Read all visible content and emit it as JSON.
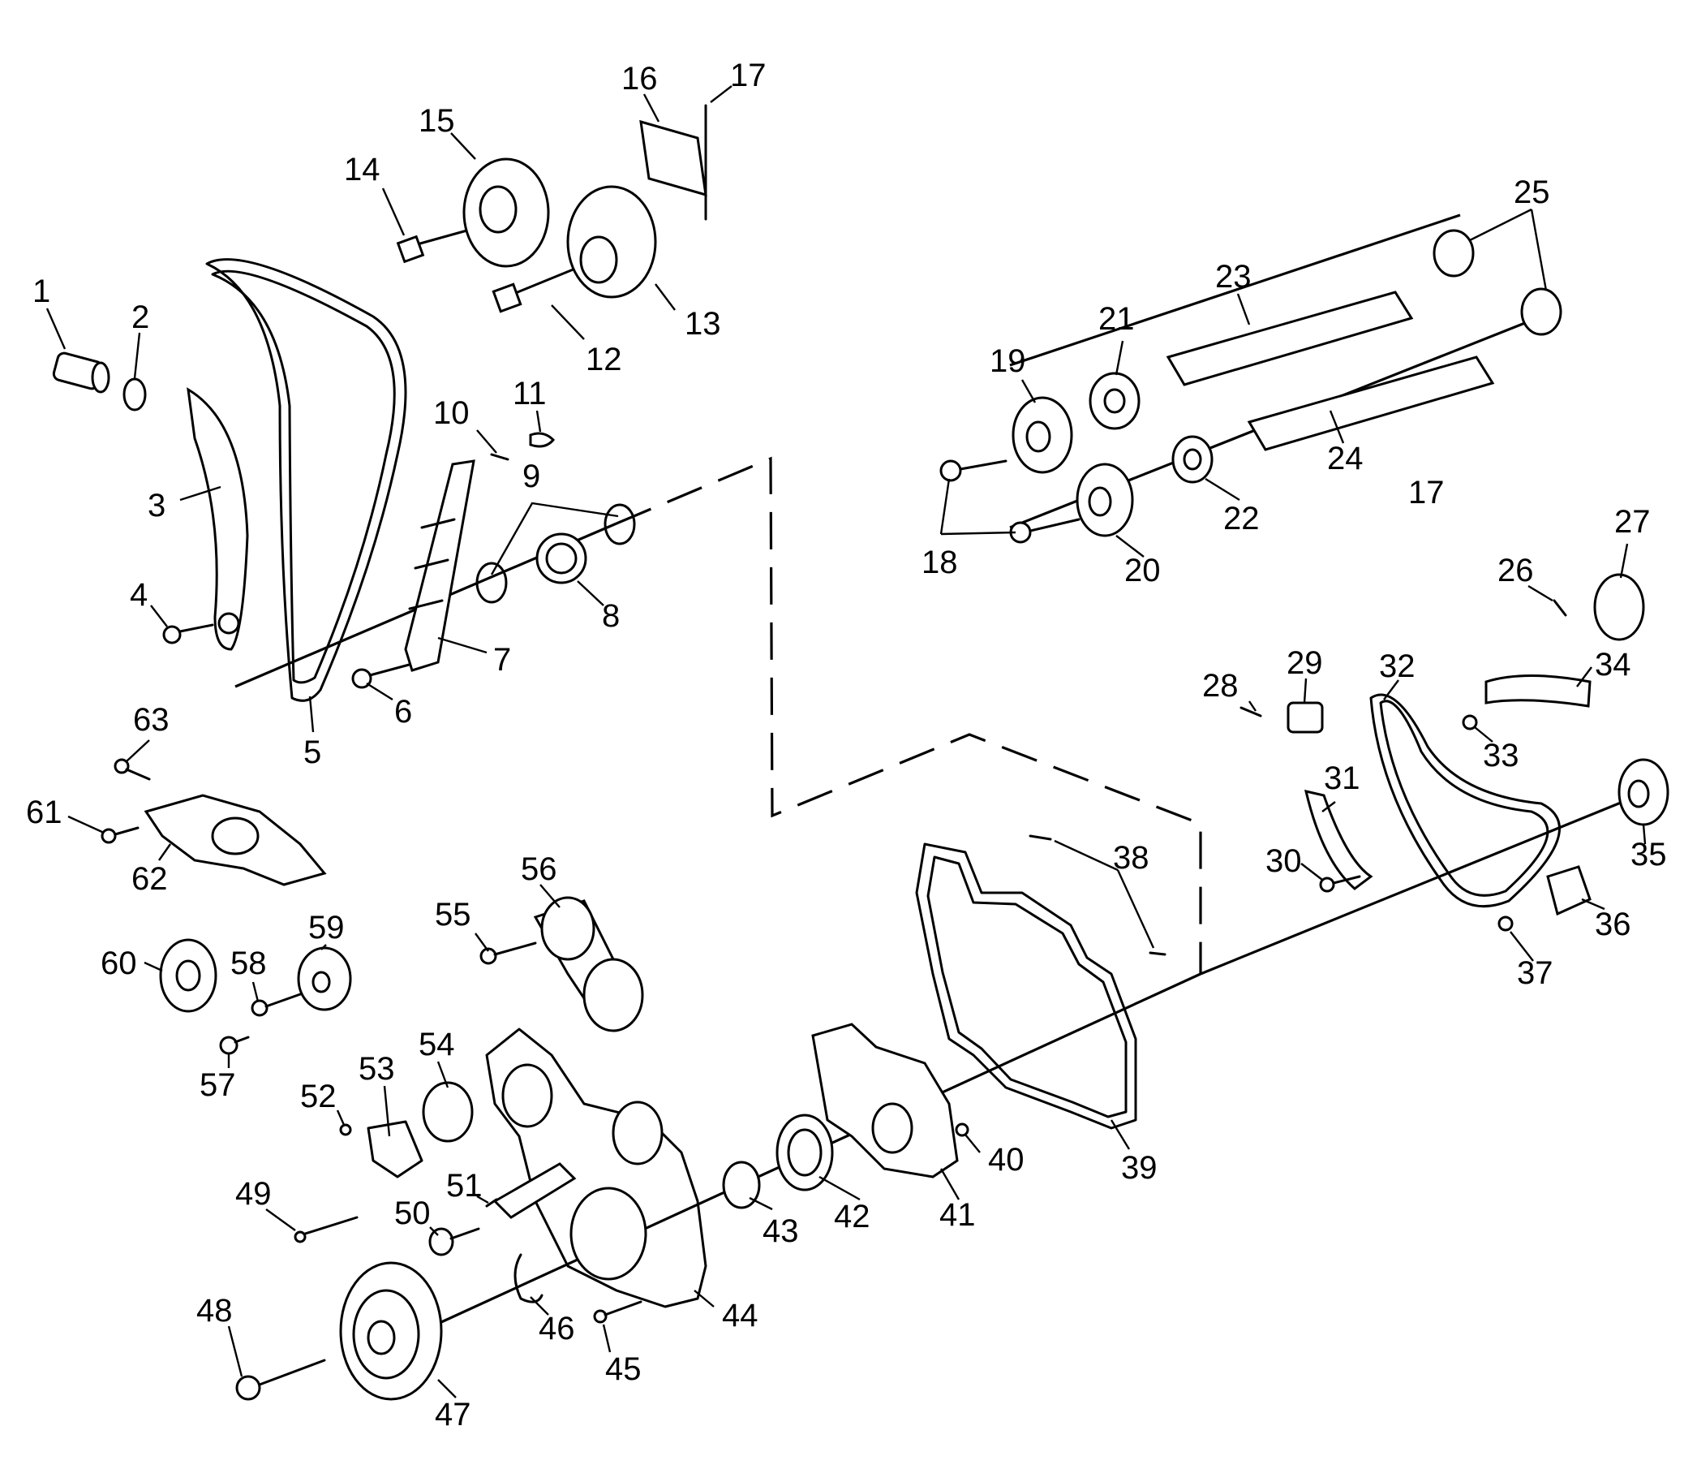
{
  "callouts": {
    "c1": "1",
    "c2": "2",
    "c3": "3",
    "c4": "4",
    "c5": "5",
    "c6": "6",
    "c7": "7",
    "c8": "8",
    "c9": "9",
    "c10": "10",
    "c11": "11",
    "c12": "12",
    "c13": "13",
    "c14": "14",
    "c15": "15",
    "c16": "16",
    "c17a": "17",
    "c17b": "17",
    "c18": "18",
    "c19": "19",
    "c20": "20",
    "c21": "21",
    "c22": "22",
    "c23": "23",
    "c24": "24",
    "c25": "25",
    "c26": "26",
    "c27": "27",
    "c28": "28",
    "c29": "29",
    "c30": "30",
    "c31": "31",
    "c32": "32",
    "c33": "33",
    "c34": "34",
    "c35": "35",
    "c36": "36",
    "c37": "37",
    "c38": "38",
    "c39": "39",
    "c40": "40",
    "c41": "41",
    "c42": "42",
    "c43": "43",
    "c44": "44",
    "c45": "45",
    "c46": "46",
    "c47": "47",
    "c48": "48",
    "c49": "49",
    "c50": "50",
    "c51": "51",
    "c52": "52",
    "c53": "53",
    "c54": "54",
    "c55": "55",
    "c56": "56",
    "c57": "57",
    "c58": "58",
    "c59": "59",
    "c60": "60",
    "c61": "61",
    "c62": "62",
    "c63": "63"
  }
}
